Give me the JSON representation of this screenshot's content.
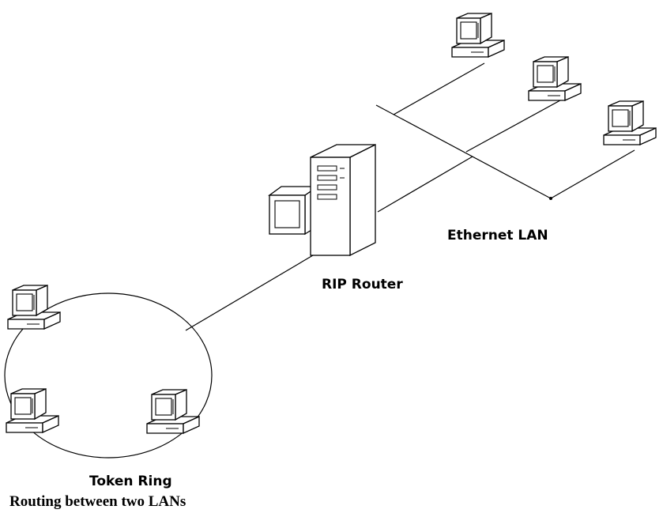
{
  "labels": {
    "ethernet_lan": "Ethernet LAN",
    "rip_router": "RIP Router",
    "token_ring": "Token Ring"
  },
  "caption": "Routing between two LANs",
  "nodes": [
    {
      "id": "ethernet-pc-1",
      "icon": "computer-icon",
      "network": "Ethernet LAN"
    },
    {
      "id": "ethernet-pc-2",
      "icon": "computer-icon",
      "network": "Ethernet LAN"
    },
    {
      "id": "ethernet-pc-3",
      "icon": "computer-icon",
      "network": "Ethernet LAN"
    },
    {
      "id": "rip-router",
      "icon": "server-tower-icon",
      "network": "both"
    },
    {
      "id": "token-ring-pc-1",
      "icon": "computer-icon",
      "network": "Token Ring"
    },
    {
      "id": "token-ring-pc-2",
      "icon": "computer-icon",
      "network": "Token Ring"
    },
    {
      "id": "token-ring-pc-3",
      "icon": "computer-icon",
      "network": "Token Ring"
    }
  ],
  "colors": {
    "line": "#000000",
    "background": "#ffffff",
    "fill": "#ffffff"
  }
}
